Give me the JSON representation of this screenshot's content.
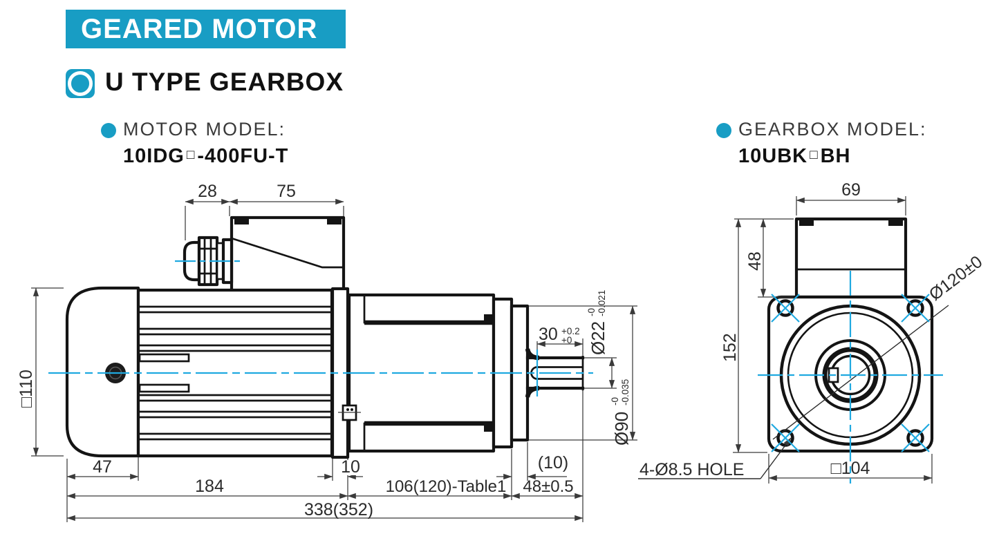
{
  "header": {
    "banner": "GEARED MOTOR",
    "section_title": "U TYPE GEARBOX"
  },
  "motor_model": {
    "label": "MOTOR MODEL:",
    "value_prefix": "10IDG",
    "value_square": "□",
    "value_suffix": "-400FU-T"
  },
  "gearbox_model": {
    "label": "GEARBOX MODEL:",
    "value_prefix": "10UBK",
    "value_square": "□",
    "value_suffix": "BH"
  },
  "colors": {
    "accent_teal": "#189DC4",
    "centerline_cyan": "#1FA9E0",
    "drawing_line": "#141414",
    "dimension_text": "#2b2b2b"
  },
  "side_view": {
    "name": "geared motor side view",
    "dims": {
      "gland_width": "28",
      "terminal_box_width": "75",
      "frame_size": "□110",
      "cap_length": "47",
      "motor_length": "184",
      "flange_thickness": "10",
      "gearbox_length": "106(120)-Table1",
      "shaft_length": "48±0.5",
      "boss_depth": "(10)",
      "overall_length": "338(352)",
      "key_length": "30",
      "key_tol_upper": "+0.2",
      "key_tol_lower": "+0",
      "shaft_dia": "Ø22",
      "shaft_dia_tol_upper": "-0",
      "shaft_dia_tol_lower": "-0.021",
      "boss_dia": "Ø90",
      "boss_dia_tol_upper": "-0",
      "boss_dia_tol_lower": "-0.035"
    }
  },
  "front_view": {
    "name": "gearbox front view",
    "dims": {
      "terminal_box_width": "69",
      "terminal_box_height": "48",
      "overall_height": "152",
      "bolt_circle": "Ø120±0",
      "mounting_holes": "4-Ø8.5 HOLE",
      "flange_size": "□104"
    }
  }
}
